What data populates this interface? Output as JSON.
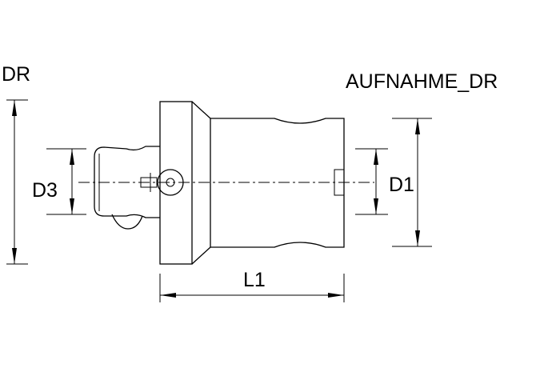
{
  "labels": {
    "top_left": "DR",
    "top_right": "AUFNAHME_DR",
    "d3": "D3",
    "d1": "D1",
    "l1": "L1"
  }
}
